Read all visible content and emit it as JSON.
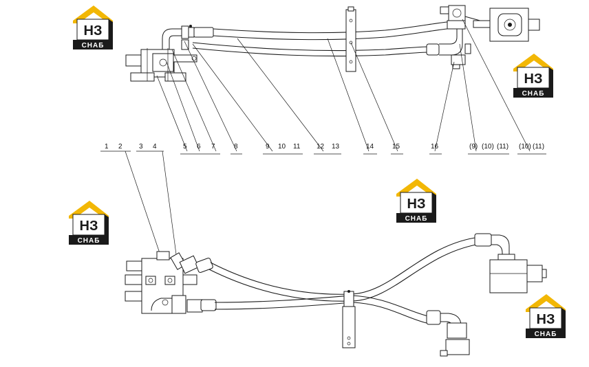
{
  "brand": {
    "letters": "НЗ",
    "word": "СНАБ",
    "accent_color": "#f2b705",
    "dark_color": "#1a1a1a"
  },
  "callouts": {
    "top": [
      "5",
      "6",
      "7",
      "8",
      "9",
      "10",
      "11",
      "12",
      "13",
      "14",
      "15",
      "16",
      "(9)",
      "(10)",
      "(11)",
      "(10)",
      "(11)"
    ],
    "bottom": [
      "1",
      "2",
      "3",
      "4"
    ]
  }
}
